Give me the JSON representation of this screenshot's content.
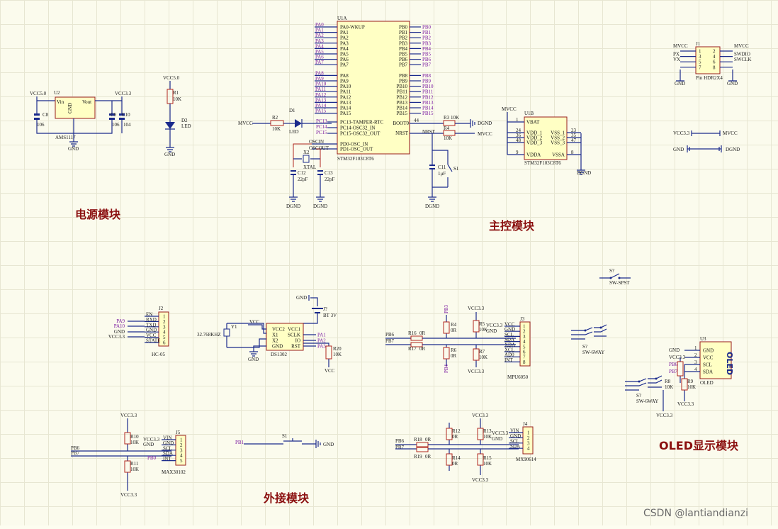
{
  "sections": {
    "power": "电源模块",
    "main": "主控模块",
    "external": "外接模块",
    "oled": "OLED显示模块"
  },
  "watermark": "CSDN @lantiandianzi",
  "colors": {
    "wire": "#1a2a8c",
    "chip_fill": "#ffffc4",
    "title": "#8b1010",
    "net": "#7a1aa0"
  },
  "power": {
    "reg_ref": "U2",
    "reg_name": "AMS1117",
    "vin": "Vin",
    "vout": "Vout",
    "gnd": "GND",
    "net_in": "VCC5.0",
    "net_out": "VCC3.3",
    "c8": "C8",
    "c8v": "106",
    "c9": "C9",
    "c9v": "106",
    "c10": "C10",
    "c10v": "104",
    "gnd_lbl": "GND",
    "led_net": "VCC5.0",
    "r1": "R1",
    "r1v": "10K",
    "d2": "D2",
    "d2v": "LED"
  },
  "mcu": {
    "ref": "U1A",
    "part": "STM32F103C8T6",
    "left_pins": [
      "PA0-WKUP",
      "PA1",
      "PA2",
      "PA3",
      "PA4",
      "PA5",
      "PA6",
      "PA7",
      "",
      "PA8",
      "PA9",
      "PA10",
      "PA11",
      "PA12",
      "PA13",
      "PA14",
      "PA15"
    ],
    "left_nets": [
      "PA0",
      "PA1",
      "PA2",
      "PA3",
      "PA4",
      "PA5",
      "PA6",
      "PA7",
      "",
      "PA8",
      "PA9",
      "PA10",
      "PA11",
      "PA12",
      "PA13",
      "PA14",
      "PA15"
    ],
    "right_pins": [
      "PB0",
      "PB1",
      "PB2",
      "PB3",
      "PB4",
      "PB5",
      "PB6",
      "PB7",
      "",
      "PB8",
      "PB9",
      "PB10",
      "PB11",
      "PB12",
      "PB13",
      "PB14",
      "PB15"
    ],
    "right_nets": [
      "PB0",
      "PB1",
      "PB2",
      "PB3",
      "PB4",
      "PB5",
      "PB6",
      "PB7",
      "",
      "PB8",
      "PB9",
      "PB10",
      "PB11",
      "PB12",
      "PB13",
      "PB14",
      "PB15"
    ],
    "osc_pins": [
      "PC13-TAMPER-RTC",
      "PC14-OSC32_IN",
      "PC15-OSC32_OUT"
    ],
    "osc_nets": [
      "PC13",
      "PC14",
      "PC15"
    ],
    "pd_pins": [
      "PD0-OSC_IN",
      "PD1-OSC_OUT"
    ],
    "boot": "BOOT0",
    "nrst": "NRST",
    "osc_in": "OSCIN",
    "osc_out": "OSCOUT",
    "x2": "X2",
    "x2v": "XTAL",
    "c12": "C12",
    "c12v": "22pF",
    "c13": "C13",
    "c13v": "22pF",
    "d1": "D1",
    "d1v": "LED",
    "r2": "R2",
    "r2v": "10K",
    "mvcc": "MVCC",
    "r3": "R3",
    "r3v": "10K",
    "r4": "R4",
    "r4v": "10K",
    "dgnd": "DGND",
    "nrst_net": "NRST",
    "c11": "C11",
    "c11v": "1μF",
    "s1": "S1",
    "pin44": "44"
  },
  "mcu_pwr": {
    "ref": "U1B",
    "part": "STM32F103C8T6",
    "left": [
      "VBAT",
      "VDD_1",
      "VDD_2",
      "VDD_3",
      "VDDA"
    ],
    "left_nums": [
      "1",
      "24",
      "36",
      "48",
      "9"
    ],
    "right": [
      "VSS_1",
      "VSS_2",
      "VSS_3",
      "VSSA"
    ],
    "right_nums": [
      "23",
      "35",
      "47",
      "8"
    ],
    "net": "MVCC",
    "gnd": "DGND"
  },
  "swd": {
    "ref": "J1",
    "part": "Pin HDR2X4",
    "left": [
      "MVCC",
      "PX",
      "VX"
    ],
    "right": [
      "MVCC",
      "SWDIO",
      "SWCLK"
    ],
    "nums_l": [
      "1",
      "3",
      "5",
      "7"
    ],
    "nums_r": [
      "2",
      "4",
      "6",
      "8"
    ],
    "gnd": "GND"
  },
  "links": {
    "a": "VCC3.3",
    "b": "MVCC",
    "c": "GND",
    "d": "DGND"
  },
  "hc05": {
    "ref": "J2",
    "part": "HC-05",
    "pins": [
      "EN",
      "RXD",
      "TXD",
      "GND",
      "VCC",
      "STATE"
    ],
    "nets": [
      "PA9",
      "PA10",
      "GND",
      "VCC3.3"
    ]
  },
  "ds1302": {
    "ref": "DS1302",
    "y1": "Y1",
    "y1v": "32.768KHZ",
    "pins_l": [
      "VCC2",
      "X1",
      "X2",
      "GND"
    ],
    "pins_r": [
      "VCC1",
      "SCLK",
      "IO",
      "RST"
    ],
    "nets": [
      "PA1",
      "PA2",
      "PA3"
    ],
    "vcc": "VCC",
    "gnd": "GND",
    "bt": "BT 3V",
    "bt_ref": "J?",
    "r20": "R20",
    "r20v": "10K"
  },
  "mpu": {
    "ref": "J3",
    "part": "MPU6050",
    "pins": [
      "VCC",
      "GND",
      "SCL",
      "SDA",
      "XDA",
      "XCL",
      "AD0",
      "INT"
    ],
    "nets": [
      "PB6",
      "PB7"
    ],
    "r16": "R16",
    "r16v": "0R",
    "r17": "R17",
    "r17v": "0R",
    "r4": "R4",
    "r4v": "0R",
    "r5": "R5",
    "r5v": "10K",
    "r6": "R6",
    "r6v": "0R",
    "r7": "R7",
    "r7v": "10K",
    "vcc": "VCC3.3",
    "gnd": "GND",
    "pb3": "PB3",
    "pb4": "PB4"
  },
  "max": {
    "ref": "J5",
    "part": "MAX30102",
    "pins": [
      "VIN",
      "GND",
      "SCL",
      "SDA",
      "INT"
    ],
    "nets": [
      "PB6",
      "PB7"
    ],
    "r10": "R10",
    "r10v": "10K",
    "r11": "R11",
    "r11v": "10K",
    "vcc": "VCC3.3",
    "gnd": "GND",
    "pb0": "PB0"
  },
  "mx": {
    "ref": "J4",
    "part": "MX90614",
    "pins": [
      "VIN",
      "GND",
      "SCL",
      "SDA"
    ],
    "nets": [
      "PB6",
      "PB7"
    ],
    "r18": "R18",
    "r18v": "0R",
    "r19": "R19",
    "r19v": "0R",
    "r12": "R12",
    "r12v": "0R",
    "r13": "R13",
    "r13v": "10K",
    "r14": "R14",
    "r14v": "0R",
    "r15": "R15",
    "r15v": "10K",
    "vcc": "VCC3.3",
    "gnd": "GND"
  },
  "key": {
    "s1": "S1",
    "net": "PB1",
    "gnd": "GND"
  },
  "switches": {
    "s7a": "S?",
    "s7a_v": "SW-SPST",
    "s7b": "S?",
    "s7b_v": "SW-6WAY",
    "s7c": "S?",
    "s7c_v": "SW-6WAY"
  },
  "oled": {
    "ref": "U3",
    "part": "OLED",
    "label": "OLED",
    "pins": [
      "GND",
      "VCC",
      "SCL",
      "SDA"
    ],
    "nets": [
      "GND",
      "VCC3.3",
      "PB6",
      "PB7"
    ],
    "r8": "R8",
    "r8v": "10K",
    "r9": "R9",
    "r9v": "10K",
    "vcc": "VCC3.3"
  }
}
